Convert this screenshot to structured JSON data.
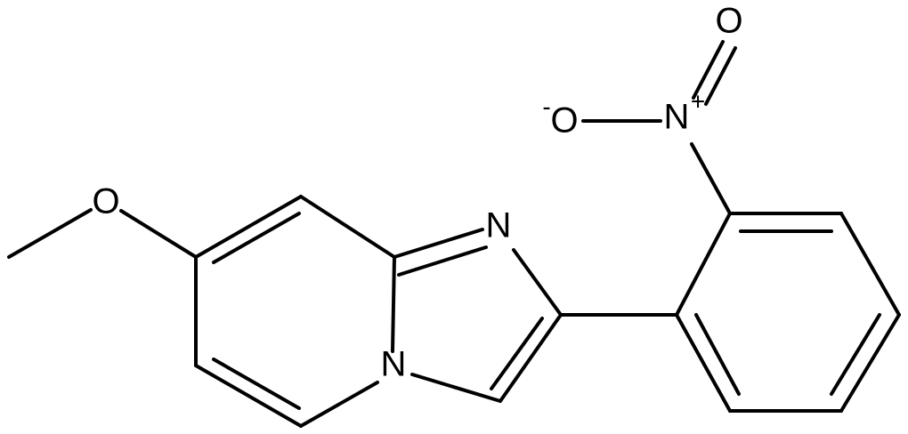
{
  "structure": {
    "atoms": [
      {
        "id": "O_methoxy",
        "symbol": "O",
        "charge": ""
      },
      {
        "id": "N_imidazole",
        "symbol": "N",
        "charge": ""
      },
      {
        "id": "N_bridgehead",
        "symbol": "N",
        "charge": ""
      },
      {
        "id": "N_nitro",
        "symbol": "N",
        "charge": "+"
      },
      {
        "id": "O_nitro_double",
        "symbol": "O",
        "charge": ""
      },
      {
        "id": "O_nitro_single",
        "symbol": "O",
        "charge": "-"
      }
    ]
  }
}
